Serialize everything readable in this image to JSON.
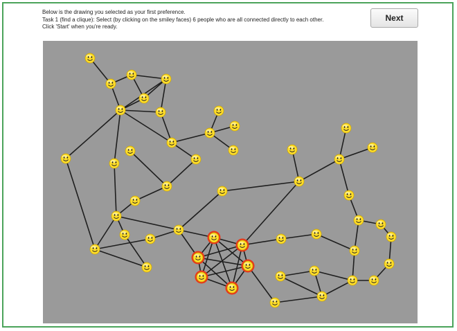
{
  "instructions": {
    "line1": "Below is the drawing you selected as your first preference.",
    "line2": "Task 1 (find a clique): Select (by clicking on the smiley faces) 6 people who are all connected directly to each other.",
    "line3": "Click 'Start' when you're ready."
  },
  "next_button": {
    "label": "Next"
  },
  "graph": {
    "face_color": "#ffdd2a",
    "selected_ring_color": "#e8381a",
    "edge_color": "#1e1e1e"
  }
}
